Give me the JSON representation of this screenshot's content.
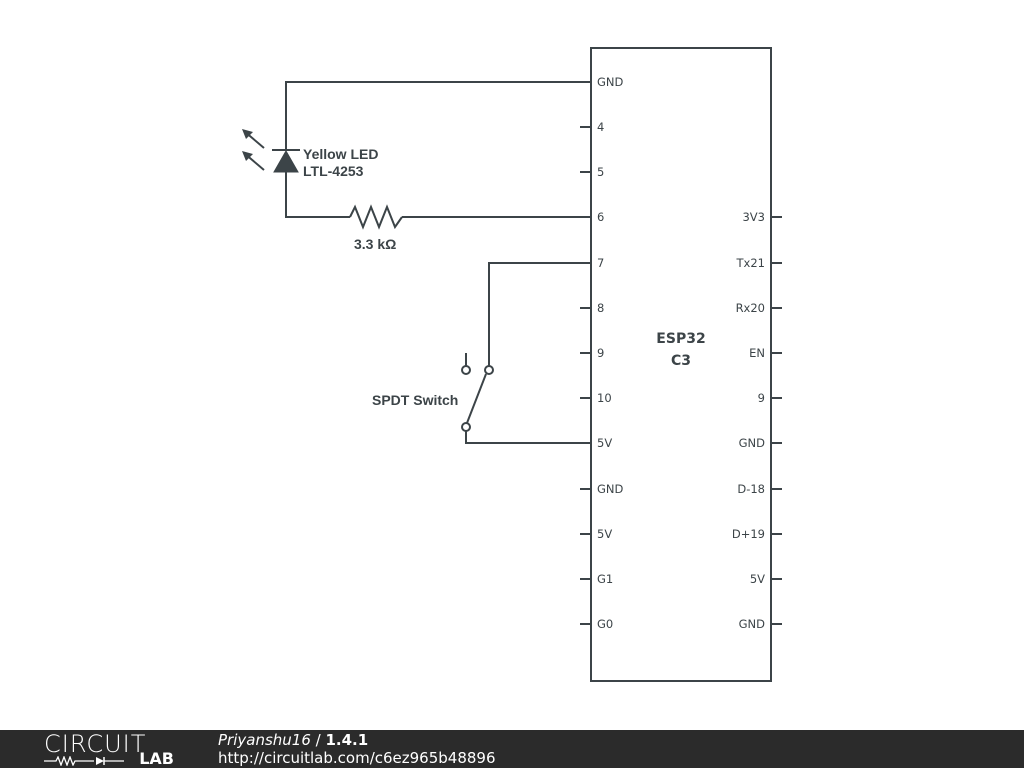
{
  "colors": {
    "ink": "#3c4448",
    "footer_bg": "#2b2b2b",
    "footer_text": "#ffffff",
    "background": "#ffffff"
  },
  "chip": {
    "name_line1": "ESP32",
    "name_line2": "C3",
    "left_pins": [
      "GND",
      "4",
      "5",
      "6",
      "7",
      "8",
      "9",
      "10",
      "5V",
      "GND",
      "5V",
      "G1",
      "G0"
    ],
    "right_pins": [
      "3V3",
      "Tx21",
      "Rx20",
      "EN",
      "9",
      "GND",
      "D-18",
      "D+19",
      "5V",
      "GND"
    ]
  },
  "led": {
    "label": "Yellow LED",
    "part": "LTL-4253"
  },
  "resistor": {
    "label": "3.3 kΩ"
  },
  "switch": {
    "label": "SPDT Switch"
  },
  "footer": {
    "logo_word1": "CIRCUIT",
    "logo_word2": "LAB",
    "author": "Priyanshu16",
    "separator": " / ",
    "version": "1.4.1",
    "url": "http://circuitlab.com/c6ez965b48896"
  }
}
